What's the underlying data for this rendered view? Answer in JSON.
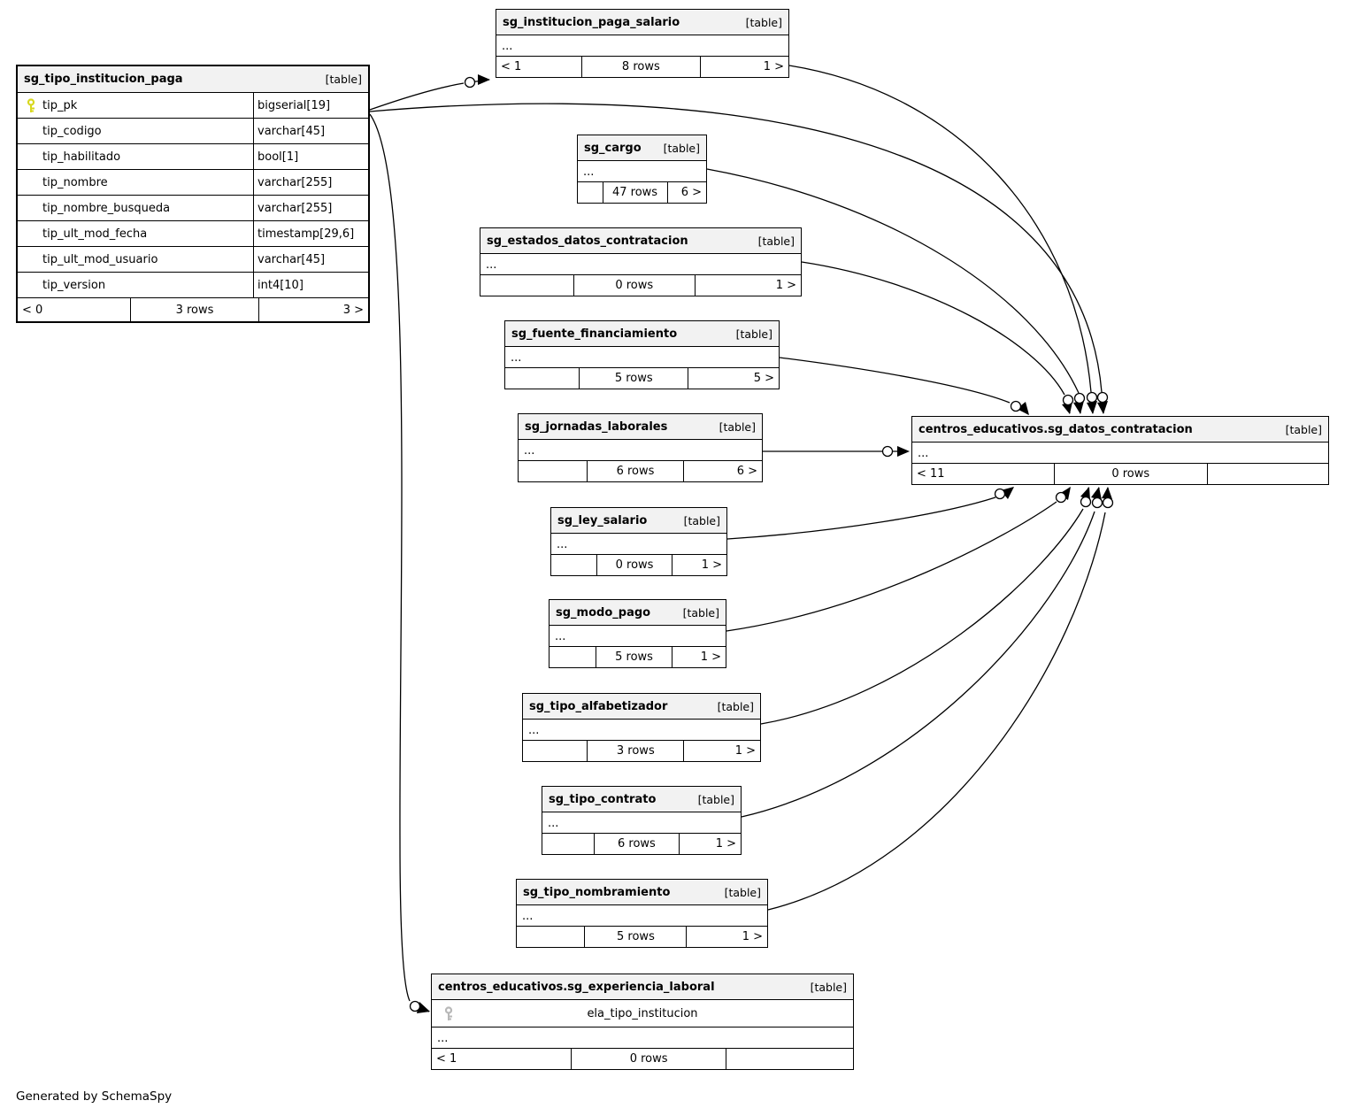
{
  "page": {
    "generated_note": "Generated by SchemaSpy"
  },
  "tables": {
    "tipo_institucion_paga": {
      "name": "sg_tipo_institucion_paga",
      "tag": "[table]",
      "columns": [
        {
          "name": "tip_pk",
          "type": "bigserial[19]",
          "key": "primary-key"
        },
        {
          "name": "tip_codigo",
          "type": "varchar[45]"
        },
        {
          "name": "tip_habilitado",
          "type": "bool[1]"
        },
        {
          "name": "tip_nombre",
          "type": "varchar[255]"
        },
        {
          "name": "tip_nombre_busqueda",
          "type": "varchar[255]"
        },
        {
          "name": "tip_ult_mod_fecha",
          "type": "timestamp[29,6]"
        },
        {
          "name": "tip_ult_mod_usuario",
          "type": "varchar[45]"
        },
        {
          "name": "tip_version",
          "type": "int4[10]"
        }
      ],
      "footer": {
        "left": "< 0",
        "center": "3 rows",
        "right": "3 >"
      }
    },
    "institucion_paga_salario": {
      "name": "sg_institucion_paga_salario",
      "tag": "[table]",
      "ellipsis": "...",
      "footer": {
        "left": "< 1",
        "center": "8 rows",
        "right": "1 >"
      }
    },
    "cargo": {
      "name": "sg_cargo",
      "tag": "[table]",
      "ellipsis": "...",
      "footer": {
        "left": "",
        "center": "47 rows",
        "right": "6 >"
      }
    },
    "estados_datos_contratacion": {
      "name": "sg_estados_datos_contratacion",
      "tag": "[table]",
      "ellipsis": "...",
      "footer": {
        "left": "",
        "center": "0 rows",
        "right": "1 >"
      }
    },
    "fuente_financiamiento": {
      "name": "sg_fuente_financiamiento",
      "tag": "[table]",
      "ellipsis": "...",
      "footer": {
        "left": "",
        "center": "5 rows",
        "right": "5 >"
      }
    },
    "jornadas_laborales": {
      "name": "sg_jornadas_laborales",
      "tag": "[table]",
      "ellipsis": "...",
      "footer": {
        "left": "",
        "center": "6 rows",
        "right": "6 >"
      }
    },
    "datos_contratacion": {
      "name": "centros_educativos.sg_datos_contratacion",
      "tag": "[table]",
      "ellipsis": "...",
      "footer": {
        "left": "< 11",
        "center": "0 rows",
        "right": ""
      }
    },
    "ley_salario": {
      "name": "sg_ley_salario",
      "tag": "[table]",
      "ellipsis": "...",
      "footer": {
        "left": "",
        "center": "0 rows",
        "right": "1 >"
      }
    },
    "modo_pago": {
      "name": "sg_modo_pago",
      "tag": "[table]",
      "ellipsis": "...",
      "footer": {
        "left": "",
        "center": "5 rows",
        "right": "1 >"
      }
    },
    "tipo_alfabetizador": {
      "name": "sg_tipo_alfabetizador",
      "tag": "[table]",
      "ellipsis": "...",
      "footer": {
        "left": "",
        "center": "3 rows",
        "right": "1 >"
      }
    },
    "tipo_contrato": {
      "name": "sg_tipo_contrato",
      "tag": "[table]",
      "ellipsis": "...",
      "footer": {
        "left": "",
        "center": "6 rows",
        "right": "1 >"
      }
    },
    "tipo_nombramiento": {
      "name": "sg_tipo_nombramiento",
      "tag": "[table]",
      "ellipsis": "...",
      "footer": {
        "left": "",
        "center": "5 rows",
        "right": "1 >"
      }
    },
    "experiencia_laboral": {
      "name": "centros_educativos.sg_experiencia_laboral",
      "tag": "[table]",
      "key_column": "ela_tipo_institucion",
      "ellipsis": "...",
      "footer": {
        "left": "< 1",
        "center": "0 rows",
        "right": ""
      }
    }
  },
  "colors": {
    "primary_key_icon": "#d8d81e",
    "foreign_key_icon": "#b8b8b8",
    "header_bg": "#f2f2f2",
    "line": "#000000"
  }
}
